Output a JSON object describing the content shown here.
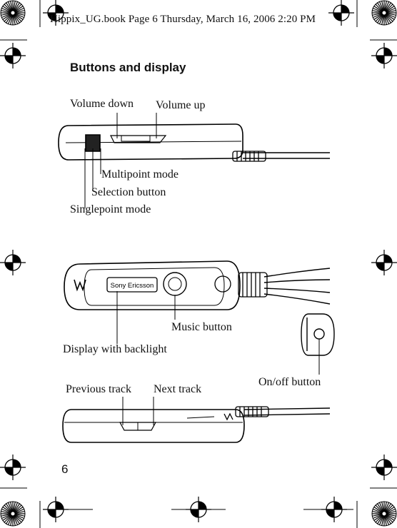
{
  "header": {
    "running_text": "Hippix_UG.book  Page 6  Thursday, March 16, 2006  2:20 PM"
  },
  "section": {
    "title": "Buttons and display"
  },
  "figure_top": {
    "labels": {
      "volume_down": "Volume down",
      "volume_up": "Volume up",
      "multipoint_mode": "Multipoint mode",
      "selection_button": "Selection button",
      "singlepoint_mode": "Singlepoint mode"
    }
  },
  "figure_middle": {
    "brand_text": "Sony Ericsson",
    "labels": {
      "music_button": "Music button",
      "display_with_backlight": "Display with backlight",
      "on_off_button": "On/off button"
    }
  },
  "figure_bottom": {
    "labels": {
      "previous_track": "Previous track",
      "next_track": "Next track"
    }
  },
  "footer": {
    "page_number": "6"
  }
}
